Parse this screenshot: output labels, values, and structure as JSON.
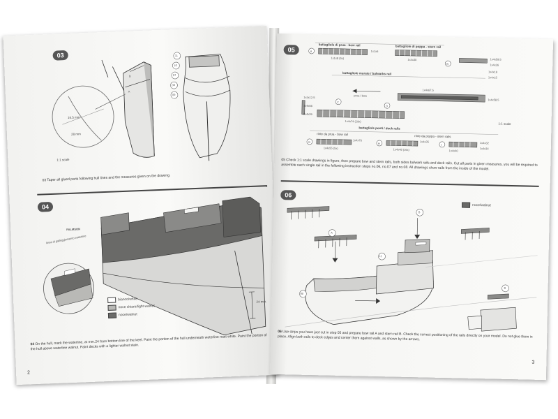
{
  "left_page": {
    "step_top": {
      "number": "03",
      "labels": [
        "16.5 mm",
        "28 mm",
        "1:1 scale"
      ],
      "parts": [
        "11",
        "10",
        "07",
        "08",
        "09",
        "B",
        "A"
      ],
      "caption": "03 Taper all glued parts following hull lines and the measures given on the drawing."
    },
    "step_bottom": {
      "number": "04",
      "waterline_label": "linea di galleggiamento waterline",
      "badge": "PALMSON",
      "measure": "24 mm.",
      "legend": [
        {
          "label": "bianco/white",
          "color": "#ffffff"
        },
        {
          "label": "noce chiaro/light walnut",
          "color": "#b9b9b6"
        },
        {
          "label": "noce/walnut",
          "color": "#6a6a68"
        }
      ],
      "caption_lead": "04",
      "caption": "On the hull, mark the waterline, at mm.24 from bottom line of the keel. Paint the portion of the hull underneath waterline matt white. Paint the portion of the hull above waterline walnut. Paint decks with a lighter walnut stain."
    },
    "page_number": "2"
  },
  "right_page": {
    "step_top": {
      "number": "05",
      "headers": [
        "battagliole di prua - bow rail",
        "battagliole di poppa - stern rail",
        "battagliole murate / bulwarks rail",
        "battagliole ponti / deck rails",
        "rinte da poppa - stern rails",
        "rinte da prua - bow rail"
      ],
      "measures": [
        "1x1x8 (5x)",
        "1x1x6",
        "1x4x30",
        "1x4x59.5",
        "1x4x26",
        "1x4x12.5",
        "1x4x67.5",
        "1x4x58.5",
        "1x4x74 (19x)",
        "1x4x66",
        "1x4x29",
        "1x4x55 (5x)",
        "1x4x70",
        "1x4x48 (16x)",
        "1x4x35",
        "1x4x32",
        "1x4x34",
        "1x4x19",
        "1x4x15",
        "1x4x40"
      ],
      "part_letters": [
        "A",
        "B",
        "C",
        "D",
        "E",
        "F",
        "G",
        "H",
        "I"
      ],
      "scale": "1:1 scale",
      "bow_label": "prua / bow",
      "caption": "05 Check 1:1 scale drawings in figure, then prepare bow and stern rails, both sides bulwark rails and deck rails. Cut all parts in given measures, you will be required to assemble each single rail in the following instruction steps no.06, no.07 and no.08.",
      "note": "All drawings show rails from the inside of the model."
    },
    "step_bottom": {
      "number": "06",
      "legend_label": "noce/walnut",
      "parts": [
        "A",
        "B",
        "11",
        "08",
        "B"
      ],
      "caption_lead": "06",
      "caption": "Use strips you have just cut in step 05 and prepare bow rail A and stern rail B. Check the correct positioning of the rails directly on your model. Do not glue them in place. Align both rails to deck edges and center them against walls, as shown by the arrows."
    },
    "page_number": "3"
  },
  "colors": {
    "walnut": "#6a6a68",
    "light_walnut": "#b9b9b6",
    "white": "#ffffff",
    "ink": "#333333"
  }
}
